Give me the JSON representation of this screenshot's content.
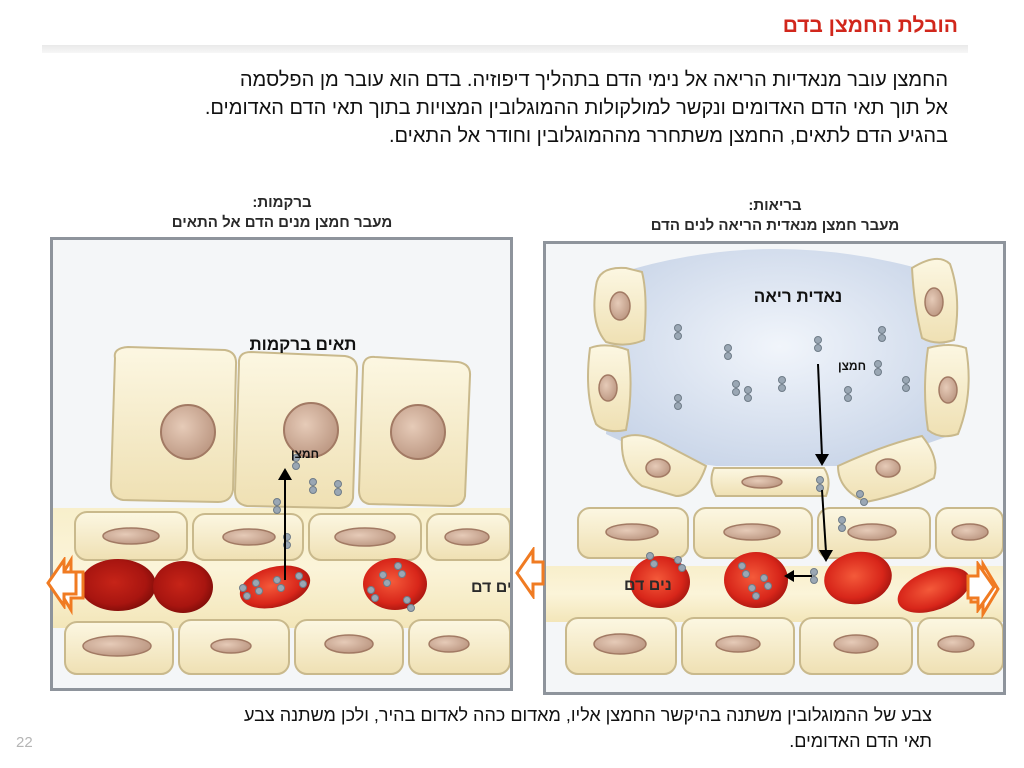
{
  "slide": {
    "title": "הובלת החמצן בדם",
    "intro": [
      "החמצן עובר מנאדיות הריאה אל נימי הדם בתהליך דיפוזיה. בדם הוא עובר מן הפלסמה",
      "אל תוך תאי הדם האדומים ונקשר למולקולות ההמוגלובין המצויות בתוך תאי הדם האדומים.",
      "בהגיע הדם לתאים, החמצן משתחרר מההמוגלובין וחודר אל התאים."
    ],
    "footer": [
      "צבע של ההמוגלובין משתנה בהיקשר החמצן אליו, מאדום כהה לאדום בהיר, ולכן משתנה צבע",
      "תאי הדם האדומים."
    ],
    "page_number": "22"
  },
  "tissues": {
    "caption_line1": "ברקמות:",
    "caption_line2": "מעבר חמצן מנים הדם אל התאים",
    "cells_label": "תאים ברקמות",
    "oxygen_label": "חמצן",
    "capillary_label": "נים דם"
  },
  "lungs": {
    "caption_line1": "בריאות:",
    "caption_line2": "מעבר חמצן מנאדית הריאה לנים הדם",
    "alveolus_label": "נאדית ריאה",
    "oxygen_label": "חמצן",
    "capillary_label": "נים דם"
  },
  "colors": {
    "title": "#d1271c",
    "flow_arrow": "#f07b22",
    "blood_cell": "#d7281b",
    "cell_body": "#f6ecc9",
    "nucleus": "#d9b8a2"
  }
}
